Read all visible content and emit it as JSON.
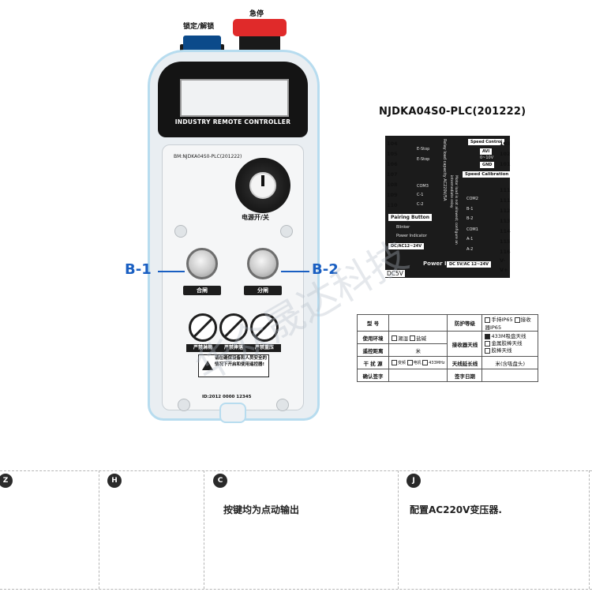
{
  "top_buttons": {
    "lock_label": "锁定/解锁",
    "estop_label": "急停"
  },
  "device": {
    "brand": "INDUSTRY REMOTE CONTROLLER",
    "model_small": "BM:NJDKA04S0-PLC(201222)",
    "power_label": "电源开/关",
    "buttons": [
      {
        "plate": "合闸",
        "callout": "B-1"
      },
      {
        "plate": "分闸",
        "callout": "B-2"
      }
    ],
    "signs": [
      "严禁淋雨",
      "严禁摔落",
      "严禁重压"
    ],
    "warning": "请在确保设备和人员安全的情况下开启和使用遥控器!",
    "id_text": "ID:2012 0000 12345",
    "colors": {
      "callout": "#1a5fc2",
      "estop": "#e02a2a",
      "lock": "#0b4a8a"
    }
  },
  "wiring": {
    "title": "NJDKA04S0-PLC(201222)",
    "left_terminals": [
      "104",
      "105",
      "106",
      "107",
      "108",
      "109",
      "110"
    ],
    "left_labels": [
      "E-Stop",
      "E-Stop",
      "COM3",
      "C-1",
      "C-2"
    ],
    "left_vertical_1": "Relay load capacity AC220V/5A",
    "left_vertical_2": "Motor load is not allowed; configure an intermediate relay",
    "right_top_terminals": [
      "103",
      "102",
      "101"
    ],
    "speed_control": "Speed Control",
    "avi": "AVI",
    "voltage_range": "0~10V",
    "gnd": "GND",
    "speed_calibration": "Speed Calibration",
    "right_terminals": [
      "111",
      "111",
      "112",
      "113",
      "114",
      "115",
      "116"
    ],
    "right_labels": [
      "COM2",
      "B-1",
      "B-2",
      "COM1",
      "A-1",
      "A-2"
    ],
    "pairing_button": "Pairing Button",
    "blinker": "Blinker",
    "power_indicator": "Power Indicator",
    "dc_range": "DC/AC12~24V",
    "power_in": "Power In",
    "power_in_detail": "DC 5V/AC 12~24V",
    "vminus": "V-",
    "vplus": "V+",
    "dc5v": "DC5V"
  },
  "spec_table": {
    "rows": [
      {
        "c1": "型 号",
        "c2": "",
        "c3": "防护等级",
        "c4_items": [
          {
            "checked": false,
            "text": "手持IP65"
          },
          {
            "checked": false,
            "text": "接收器IP65"
          }
        ]
      },
      {
        "c1": "使用环境",
        "c2_items": [
          {
            "checked": false,
            "text": "潮湿"
          },
          {
            "checked": false,
            "text": "盐碱"
          }
        ],
        "c3": "接收器天线",
        "c4_items": [
          {
            "checked": true,
            "text": "433M吸盘天线"
          },
          {
            "checked": false,
            "text": "金属胶棒天线"
          },
          {
            "checked": false,
            "text": "胶棒天线"
          }
        ]
      },
      {
        "c1": "遥控距离",
        "c2": "米"
      },
      {
        "c1": "干 扰 源",
        "c2_items": [
          {
            "checked": false,
            "text": "变频"
          },
          {
            "checked": false,
            "text": "电机"
          },
          {
            "checked": false,
            "text": "433MHz"
          }
        ],
        "c3": "天线延长线",
        "c4": "米(含吸盘头)"
      },
      {
        "c1": "确认签字",
        "c2": "",
        "c3": "签字日期",
        "c4": ""
      }
    ]
  },
  "watermark": "华众晟达科技",
  "bottom": {
    "cells": [
      {
        "badge": "Z",
        "text": ""
      },
      {
        "badge": "H",
        "text": ""
      },
      {
        "badge": "C",
        "text": "按键均为点动输出"
      },
      {
        "badge": "J",
        "text": "配置AC220V变压器."
      }
    ]
  }
}
